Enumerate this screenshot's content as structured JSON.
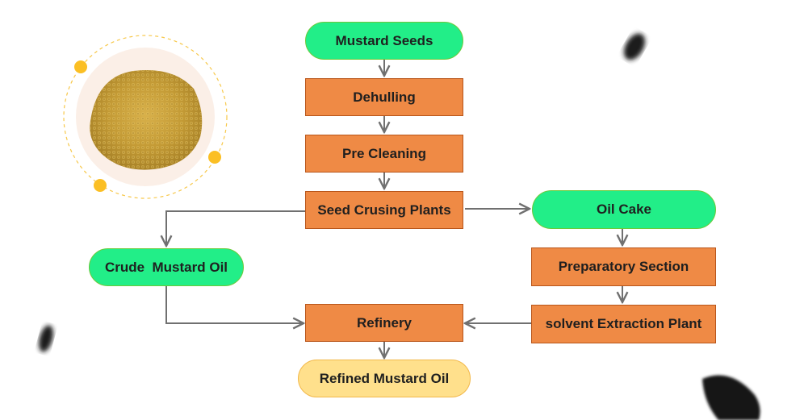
{
  "nodes": {
    "mustard_seeds": "Mustard Seeds",
    "dehulling": "Dehulling",
    "pre_cleaning": "Pre Cleaning",
    "seed_crushing": "Seed Crusing Plants",
    "oil_cake": "Oil Cake",
    "crude_oil": "Crude  Mustard Oil",
    "preparatory": "Preparatory Section",
    "solvent": "solvent Extraction Plant",
    "refinery": "Refinery",
    "refined_oil": "Refined Mustard Oil"
  },
  "colors": {
    "process_box": "#ef8a45",
    "green_pill": "#22ee88",
    "yellow_pill": "#ffe08c",
    "connector": "#707070",
    "accent_dot": "#fbbf24"
  },
  "icons": [
    "mustard-seed-pile-icon",
    "black-seed-icon"
  ]
}
